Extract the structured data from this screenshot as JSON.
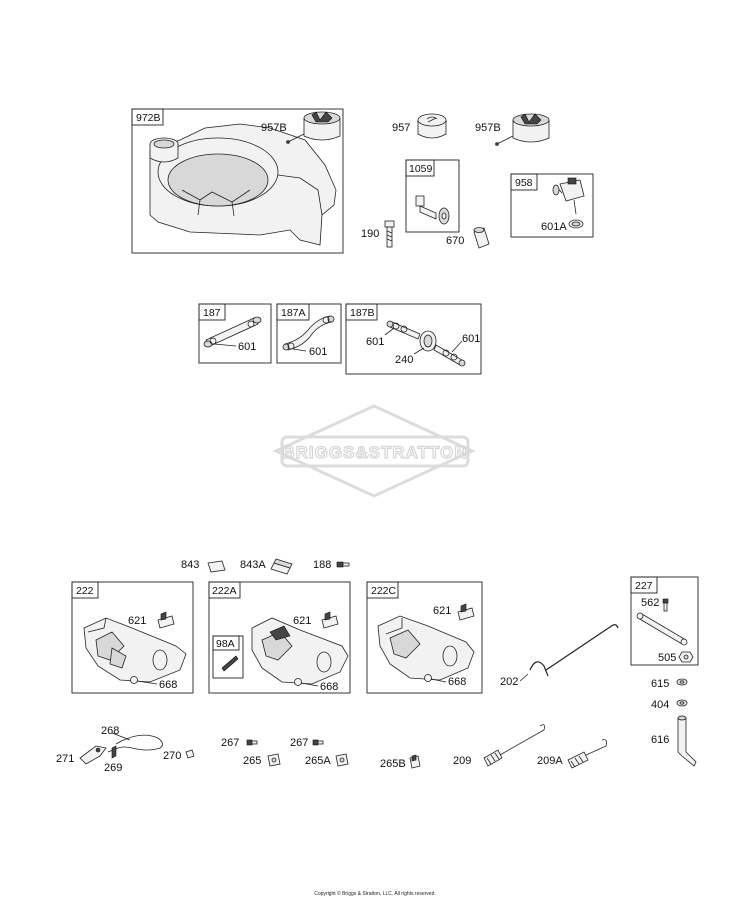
{
  "watermark": "BRIGGS&STRATTON",
  "copyright": "Copyright © Briggs & Stratton, LLC. All rights reserved.",
  "boxes": {
    "b972B": "972B",
    "b1059": "1059",
    "b958": "958",
    "b187": "187",
    "b187A": "187A",
    "b187B": "187B",
    "b222": "222",
    "b222A": "222A",
    "b98A": "98A",
    "b222C": "222C",
    "b227": "227"
  },
  "parts": {
    "p957B_1": "957B",
    "p957": "957",
    "p957B_2": "957B",
    "p190": "190",
    "p670": "670",
    "p601A": "601A",
    "p601_187": "601",
    "p601_187A": "601",
    "p601_187B_l": "601",
    "p601_187B_r": "601",
    "p240": "240",
    "p843": "843",
    "p843A": "843A",
    "p188": "188",
    "p621_222": "621",
    "p668_222": "668",
    "p621_222A": "621",
    "p668_222A": "668",
    "p621_222C": "621",
    "p668_222C": "668",
    "p202": "202",
    "p562": "562",
    "p505": "505",
    "p615": "615",
    "p404": "404",
    "p616": "616",
    "p268": "268",
    "p271": "271",
    "p269": "269",
    "p270": "270",
    "p267_l": "267",
    "p265": "265",
    "p267_r": "267",
    "p265A": "265A",
    "p265B": "265B",
    "p209": "209",
    "p209A": "209A"
  }
}
